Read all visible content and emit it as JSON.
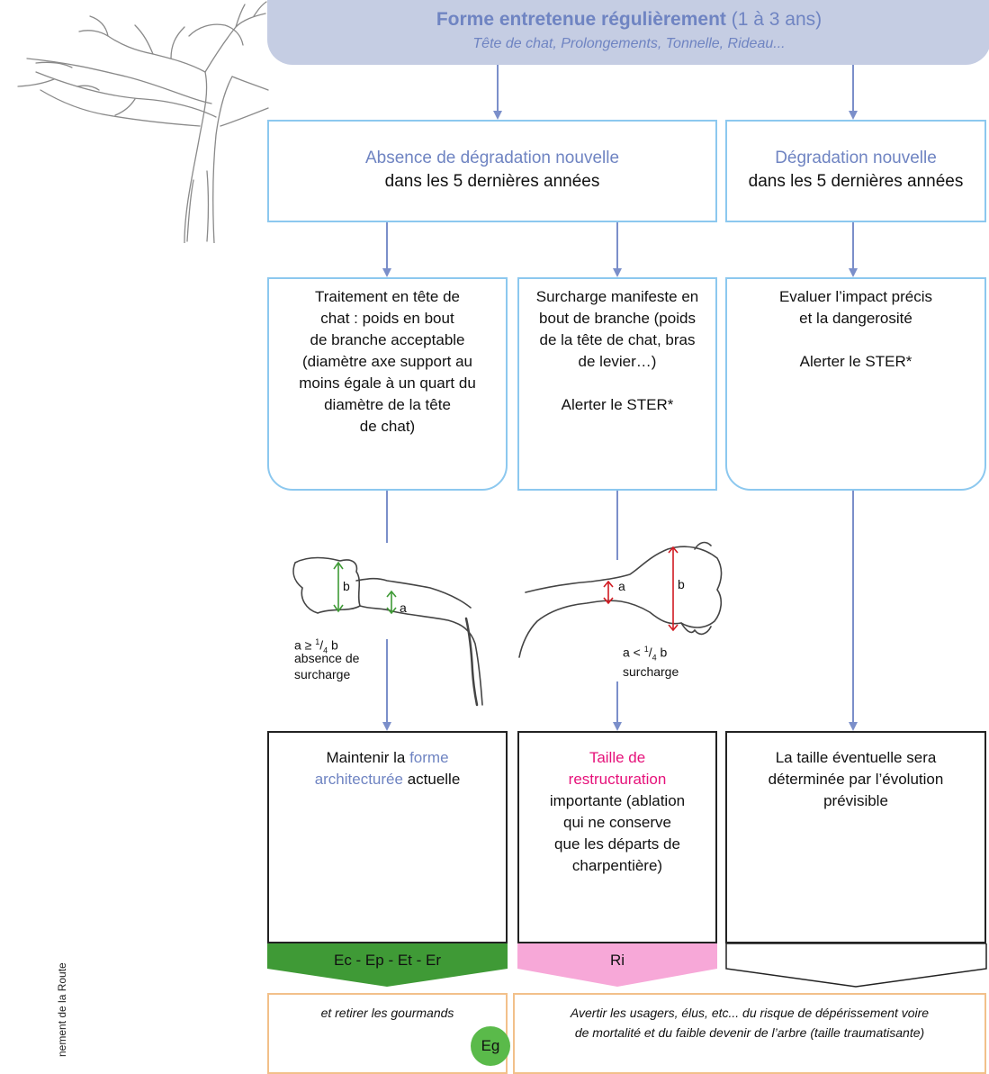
{
  "header": {
    "title_bold": "Forme entretenue régulièrement",
    "title_rest": " (1 à 3 ans)",
    "subtitle": "Tête de chat, Prolongements, Tonnelle, Rideau..."
  },
  "row1": {
    "left": {
      "line1": "Absence de dégradation nouvelle",
      "line2": "dans les 5 dernières années"
    },
    "right": {
      "line1": "Dégradation nouvelle",
      "line2": "dans les 5 dernières années"
    }
  },
  "row2": {
    "col1": [
      "Traitement en tête de",
      "chat : poids en bout",
      "de branche acceptable",
      "(diamètre axe support au",
      "moins égale à un quart du",
      "diamètre de la tête",
      "de chat)"
    ],
    "col2": [
      "Surcharge manifeste en",
      "bout de branche (poids",
      "de la tête de chat, bras",
      "de levier…)",
      "",
      "Alerter le STER*"
    ],
    "col3": [
      "Evaluer l’impact précis",
      "et la dangerosité",
      "",
      "Alerter le STER*"
    ]
  },
  "illustrations": {
    "left": {
      "label_a": "a",
      "label_b": "b",
      "rule_a": "a ≥ ",
      "frac_num": "1",
      "frac_sep": "/",
      "frac_den": "4",
      "rule_b": " b",
      "note1": "absence de",
      "note2": "surcharge"
    },
    "right": {
      "label_a": "a",
      "label_b": "b",
      "rule_a": "a < ",
      "frac_num": "1",
      "frac_sep": "/",
      "frac_den": "4",
      "rule_b": " b",
      "note1": "surcharge"
    }
  },
  "row3": {
    "col1": {
      "p1": "Maintenir la ",
      "p2": "forme",
      "p3": "architecturée",
      "p4": " actuelle"
    },
    "col2": {
      "l1": "Taille de",
      "l2": "restructuration",
      "l3": "importante (ablation",
      "l4": "qui ne conserve",
      "l5": "que les départs de",
      "l6": "charpentière)"
    },
    "col3": [
      "La taille éventuelle sera",
      "déterminée par l’évolution",
      "prévisible"
    ]
  },
  "badges": {
    "col1": "Ec - Ep - Et - Er",
    "col2": "Ri",
    "col3": ""
  },
  "notes": {
    "left": "et retirer les gourmands",
    "right_l1": "Avertir les usagers, élus, etc... du risque de dépérissement voire",
    "right_l2": "de mortalité et du faible devenir de l’arbre (taille traumatisante)",
    "eg": "Eg"
  },
  "sidebar_text": "nement de la Route",
  "colors": {
    "blue_text": "#6f84c2",
    "box_border": "#8cc8ef",
    "arrow": "#7b8fca",
    "green": "#3f9a36",
    "pink": "#f7a8d8",
    "orange": "#f2c08a",
    "header_bg": "#c5cde3"
  }
}
